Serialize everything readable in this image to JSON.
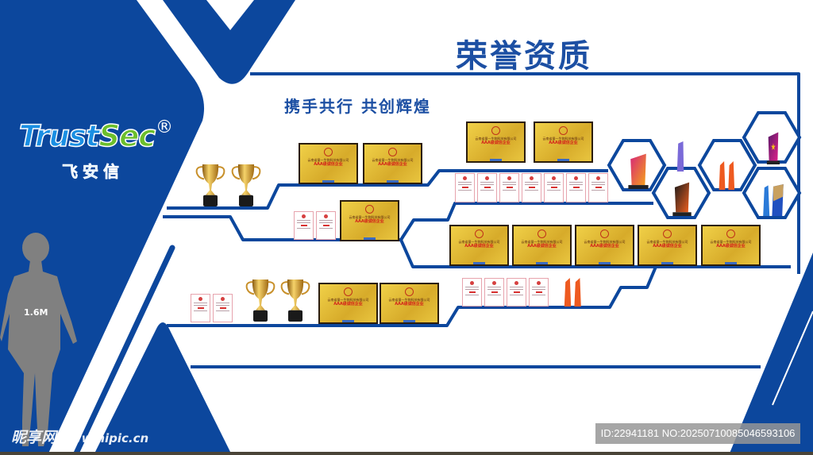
{
  "header": {
    "title": "荣誉资质",
    "subtitle": "携手共行 共创辉煌"
  },
  "logo": {
    "brand_part1": "Trust",
    "brand_part2": "Sec",
    "registered": "®",
    "chinese_name": "飞安信"
  },
  "silhouette": {
    "height_label": "1.6M"
  },
  "certificate": {
    "company": "云南省量一生物科技有限公司",
    "honor": "AAA级诚信企业"
  },
  "watermark": {
    "site_name": "昵享网",
    "url": "www.nipic.cn",
    "id_text": "ID:22941181 NO:20250710085046593106"
  },
  "colors": {
    "brand_blue": "#0c479d",
    "title_blue": "#1c4fa3",
    "gold": "#e0b832",
    "silhouette": "#808080"
  }
}
